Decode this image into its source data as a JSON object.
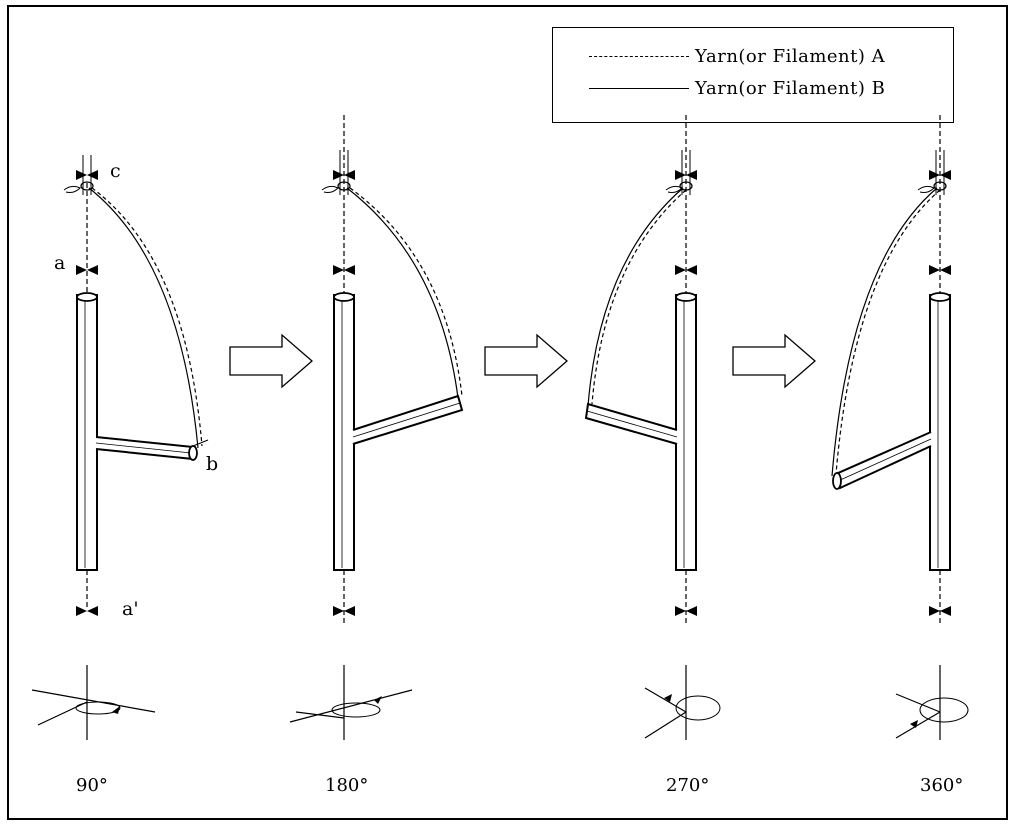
{
  "legend": {
    "item_a": "Yarn(or Filament) A",
    "item_b": "Yarn(or Filament) B"
  },
  "point_labels": {
    "a": "a",
    "a_prime": "a'",
    "b": "b",
    "c": "c"
  },
  "angles": [
    "90°",
    "180°",
    "270°",
    "360°"
  ],
  "colors": {
    "line": "#000000",
    "background": "#ffffff"
  }
}
